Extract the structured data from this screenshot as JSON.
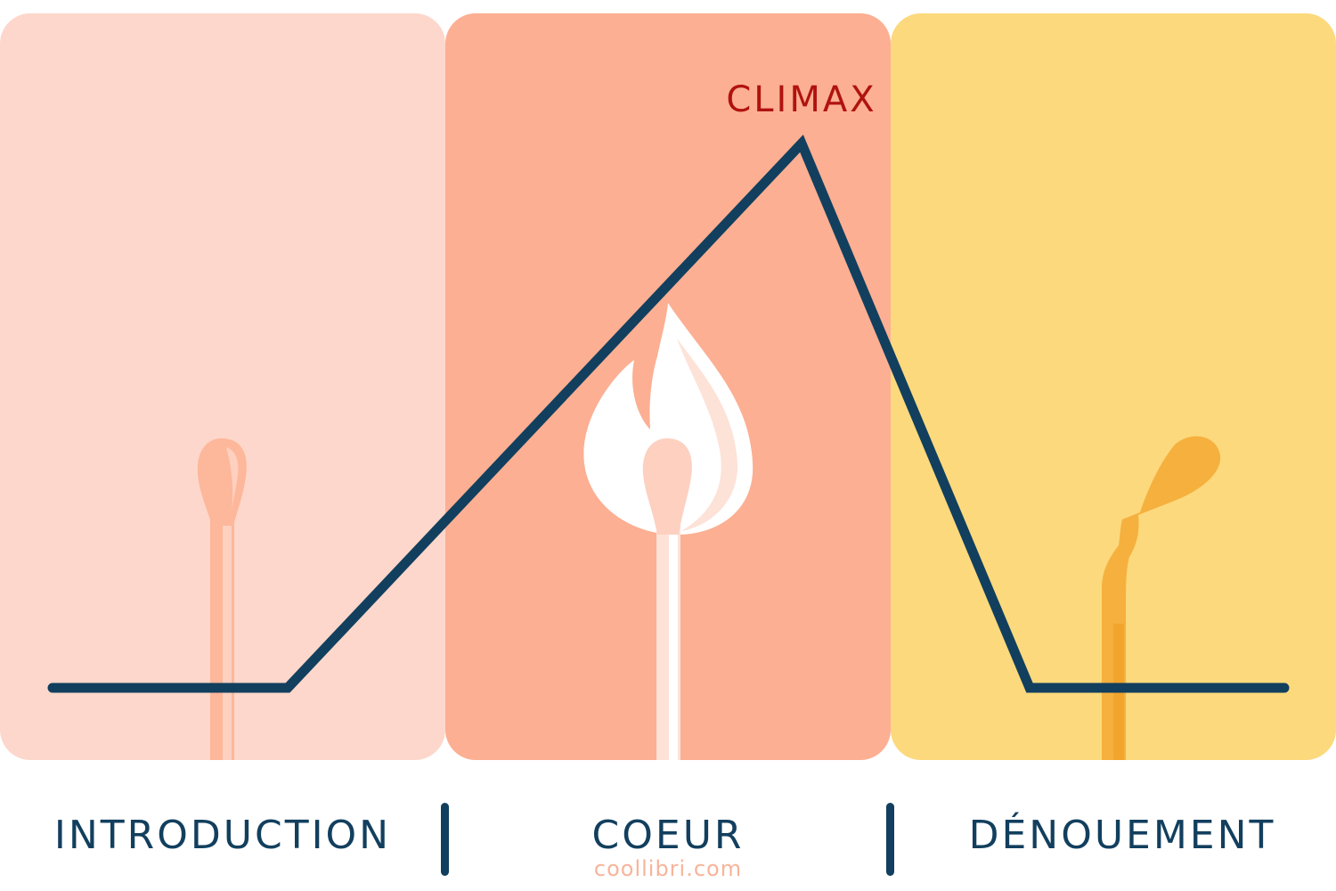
{
  "stages": {
    "introduction": "INTRODUCTION",
    "coeur": "COEUR",
    "denouement": "DÉNOUEMENT"
  },
  "climax_label": "CLIMAX",
  "watermark": "coollibri.com",
  "colors": {
    "introduction_panel": "#fdd7cb",
    "coeur_panel": "#fcaf92",
    "denouement_panel": "#fcd97c",
    "curve": "#123f5e",
    "labels": "#123f5e",
    "climax": "#b0130f",
    "match_unlit": "#fdb79a",
    "match_burnt": "#f6b03e",
    "flame": "#ffffff"
  },
  "icons": {
    "unlit_match": "unlit-match-icon",
    "burning_match": "burning-match-icon",
    "burnt_match": "burnt-match-icon"
  }
}
